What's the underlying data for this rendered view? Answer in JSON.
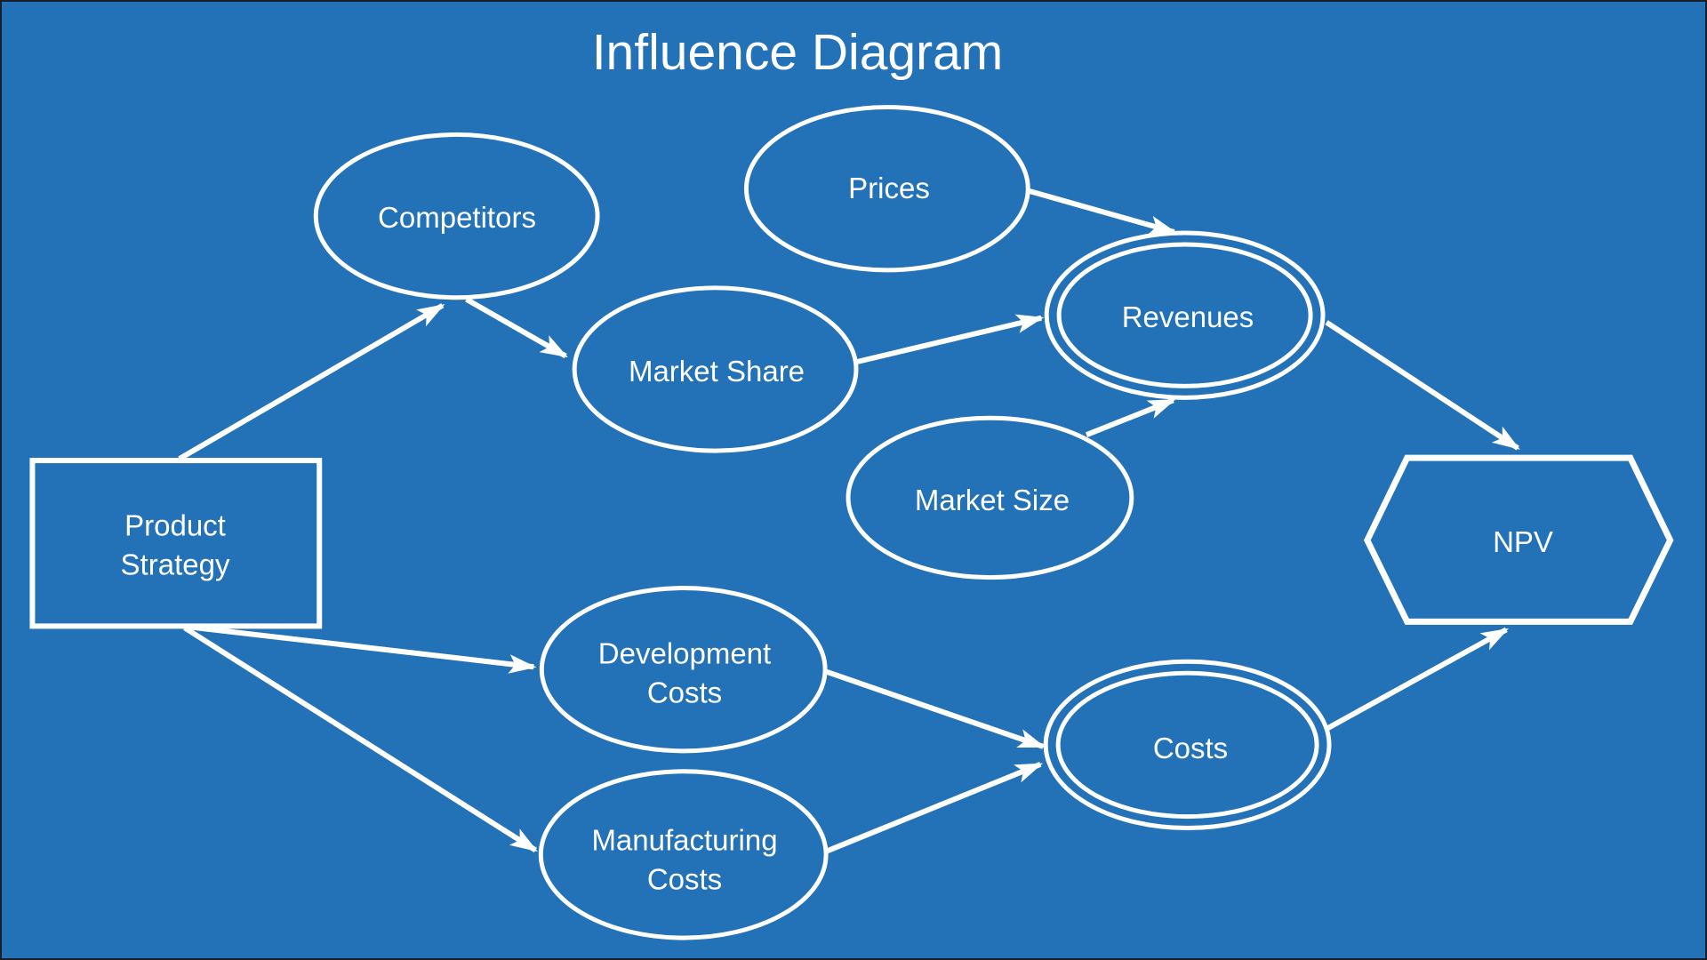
{
  "title": "Influence Diagram",
  "colors": {
    "background": "#2372B8",
    "shape_stroke": "#FFFFFF",
    "text": "#FFFFFF",
    "canvas_border": "#15202B"
  },
  "nodes": [
    {
      "id": "product-strategy",
      "label": "Product Strategy",
      "shape": "rectangle"
    },
    {
      "id": "competitors",
      "label": "Competitors",
      "shape": "ellipse"
    },
    {
      "id": "market-share",
      "label": "Market Share",
      "shape": "ellipse"
    },
    {
      "id": "prices",
      "label": "Prices",
      "shape": "ellipse"
    },
    {
      "id": "market-size",
      "label": "Market Size",
      "shape": "ellipse"
    },
    {
      "id": "revenues",
      "label": "Revenues",
      "shape": "double-ellipse"
    },
    {
      "id": "development-costs",
      "label": "Development Costs",
      "shape": "ellipse"
    },
    {
      "id": "manufacturing-costs",
      "label": "Manufacturing Costs",
      "shape": "ellipse"
    },
    {
      "id": "costs",
      "label": "Costs",
      "shape": "double-ellipse"
    },
    {
      "id": "npv",
      "label": "NPV",
      "shape": "hexagon"
    }
  ],
  "edges": [
    {
      "from": "product-strategy",
      "to": "competitors"
    },
    {
      "from": "competitors",
      "to": "market-share"
    },
    {
      "from": "market-share",
      "to": "revenues"
    },
    {
      "from": "prices",
      "to": "revenues"
    },
    {
      "from": "market-size",
      "to": "revenues"
    },
    {
      "from": "revenues",
      "to": "npv"
    },
    {
      "from": "product-strategy",
      "to": "development-costs"
    },
    {
      "from": "product-strategy",
      "to": "manufacturing-costs"
    },
    {
      "from": "development-costs",
      "to": "costs"
    },
    {
      "from": "manufacturing-costs",
      "to": "costs"
    },
    {
      "from": "costs",
      "to": "npv"
    }
  ]
}
